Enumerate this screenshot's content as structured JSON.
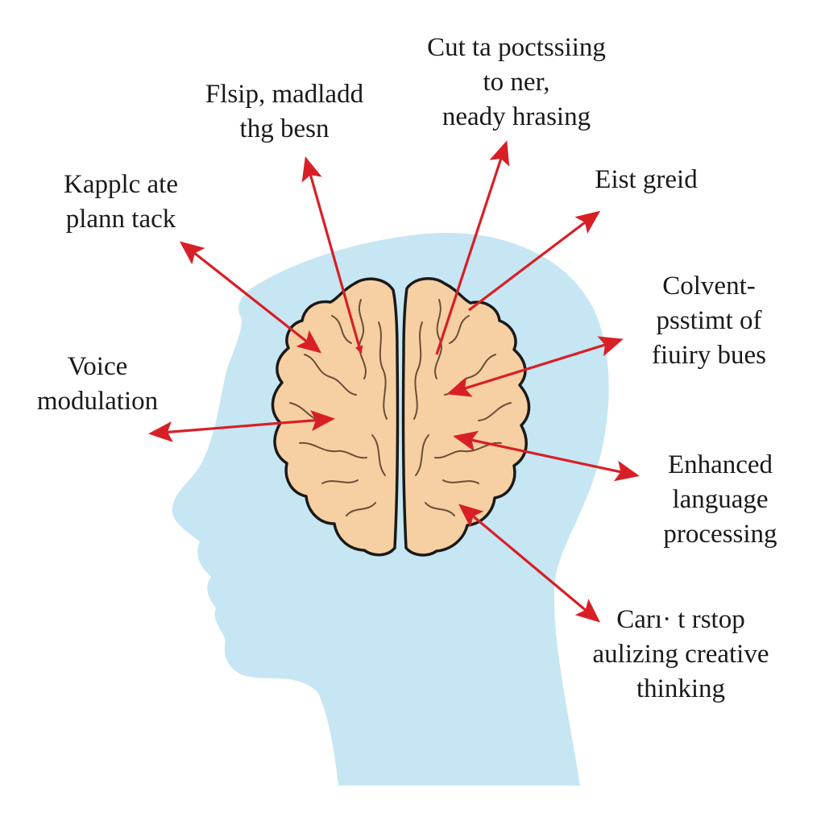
{
  "diagram": {
    "colors": {
      "head": "#c6e6f3",
      "brain_fill": "#f6d0a2",
      "brain_outline": "#1a1a1a",
      "brain_fold": "#6b4e3a",
      "arrow": "#d81f26",
      "text": "#1a1a1a"
    },
    "labels": [
      {
        "id": "top-center",
        "lines": [
          "Cut ta poctssiing",
          "to ner,",
          "neady hrasing"
        ]
      },
      {
        "id": "top-left",
        "lines": [
          "Flsip, madladd",
          "thg besn"
        ]
      },
      {
        "id": "upper-left",
        "lines": [
          "Kapplc ate",
          "plann tack"
        ]
      },
      {
        "id": "upper-right",
        "lines": [
          "Eist greid"
        ]
      },
      {
        "id": "left",
        "lines": [
          "Voice",
          "modulation"
        ]
      },
      {
        "id": "right",
        "lines": [
          "Colvent-",
          "psstimt of",
          "fiuiry bues"
        ]
      },
      {
        "id": "lower-right",
        "lines": [
          "Enhanced",
          "language",
          "processing"
        ]
      },
      {
        "id": "bottom-right",
        "lines": [
          "Carı· t rstop",
          "aulizing creative",
          "thinking"
        ]
      }
    ]
  }
}
